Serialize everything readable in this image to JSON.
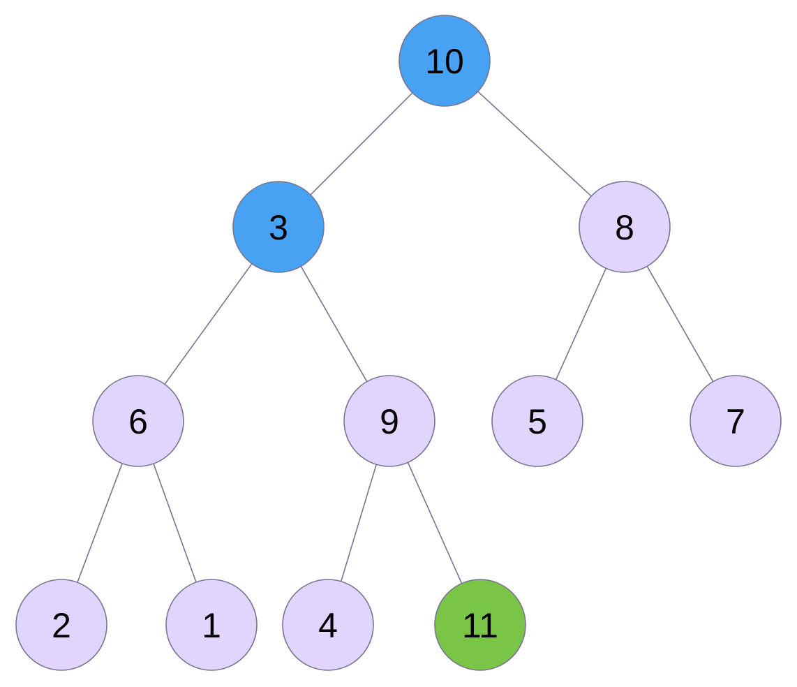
{
  "tree": {
    "colors": {
      "default_fill": "#e1d5fe",
      "highlight_blue": "#48a2f3",
      "highlight_green": "#7ac448",
      "stroke": "#77758f"
    },
    "nodes": [
      {
        "id": "n10",
        "label": "10",
        "state": "highlight_blue"
      },
      {
        "id": "n3",
        "label": "3",
        "state": "highlight_blue"
      },
      {
        "id": "n8",
        "label": "8",
        "state": "default_fill"
      },
      {
        "id": "n6",
        "label": "6",
        "state": "default_fill"
      },
      {
        "id": "n9",
        "label": "9",
        "state": "default_fill"
      },
      {
        "id": "n5",
        "label": "5",
        "state": "default_fill"
      },
      {
        "id": "n7",
        "label": "7",
        "state": "default_fill"
      },
      {
        "id": "n2",
        "label": "2",
        "state": "default_fill"
      },
      {
        "id": "n1",
        "label": "1",
        "state": "default_fill"
      },
      {
        "id": "n4",
        "label": "4",
        "state": "default_fill"
      },
      {
        "id": "n11",
        "label": "11",
        "state": "highlight_green"
      }
    ],
    "edges": [
      {
        "from": "n10",
        "to": "n3"
      },
      {
        "from": "n10",
        "to": "n8"
      },
      {
        "from": "n3",
        "to": "n6"
      },
      {
        "from": "n3",
        "to": "n9"
      },
      {
        "from": "n8",
        "to": "n5"
      },
      {
        "from": "n8",
        "to": "n7"
      },
      {
        "from": "n6",
        "to": "n2"
      },
      {
        "from": "n6",
        "to": "n1"
      },
      {
        "from": "n9",
        "to": "n4"
      },
      {
        "from": "n9",
        "to": "n11"
      }
    ]
  }
}
